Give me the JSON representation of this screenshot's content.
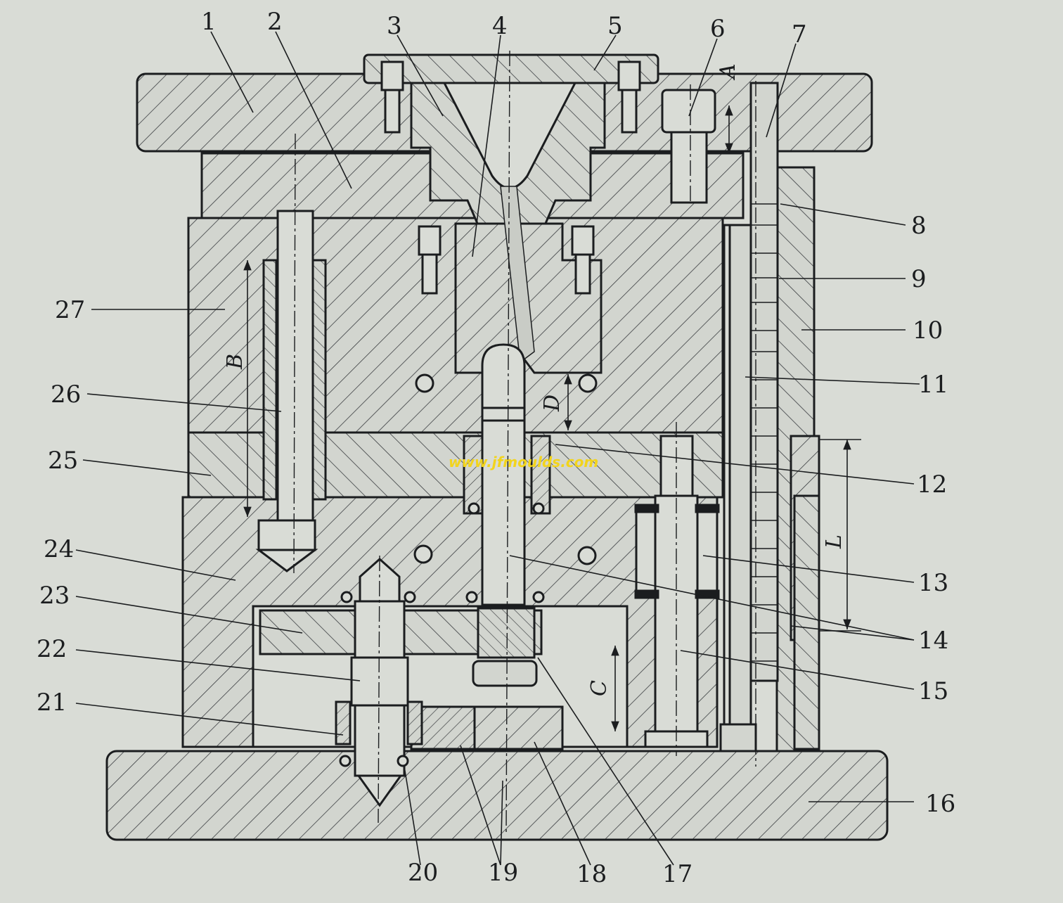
{
  "labels": {
    "l1": "1",
    "l2": "2",
    "l3": "3",
    "l4": "4",
    "l5": "5",
    "l6": "6",
    "l7": "7",
    "l8": "8",
    "l9": "9",
    "l10": "10",
    "l11": "11",
    "l12": "12",
    "l13": "13",
    "l14": "14",
    "l15": "15",
    "l16": "16",
    "l17": "17",
    "l18": "18",
    "l19": "19",
    "l20": "20",
    "l21": "21",
    "l22": "22",
    "l23": "23",
    "l24": "24",
    "l25": "25",
    "l26": "26",
    "l27": "27"
  },
  "dimensions": {
    "a": "A",
    "b": "B",
    "c": "C",
    "d": "D",
    "l": "L"
  },
  "watermark": "www.jfmoulds.com",
  "colors": {
    "paper": "#d9dcd6",
    "ink": "#1b1d1f",
    "hatch": "#3a3d40",
    "watermark": "#f2d41c"
  }
}
